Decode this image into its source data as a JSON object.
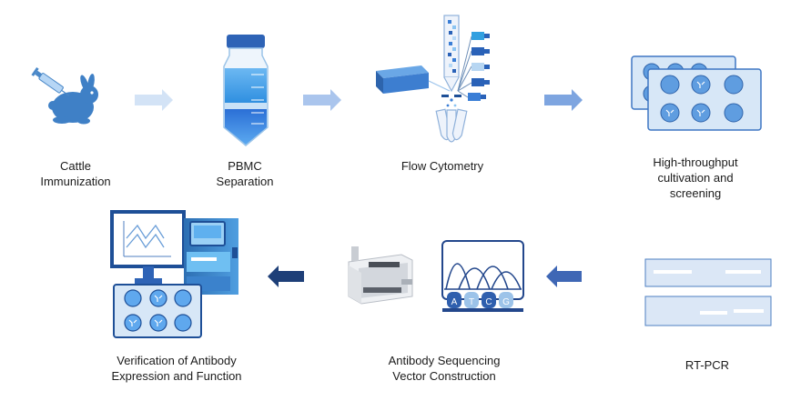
{
  "steps": [
    {
      "id": "immunization",
      "label": "Cattle\nImmunization"
    },
    {
      "id": "pbmc",
      "label": "PBMC\nSeparation"
    },
    {
      "id": "flow",
      "label": "Flow Cytometry"
    },
    {
      "id": "screening",
      "label": "High-throughput\ncultivation and\nscreening"
    },
    {
      "id": "rtpcr",
      "label": "RT-PCR"
    },
    {
      "id": "sequencing",
      "label": "Antibody Sequencing\nVector Construction"
    },
    {
      "id": "verification",
      "label": "Verification of Antibody\nExpression and Function"
    }
  ],
  "sequencing_bases": [
    "A",
    "T",
    "C",
    "G"
  ],
  "colors": {
    "primary_blue": "#3a7fc4",
    "light_blue": "#9ec5ea",
    "arrow_light": "#d3e3f6",
    "arrow_mid": "#9cb9e6",
    "arrow_dark": "#1e3f78",
    "text": "#1b1b1b"
  }
}
